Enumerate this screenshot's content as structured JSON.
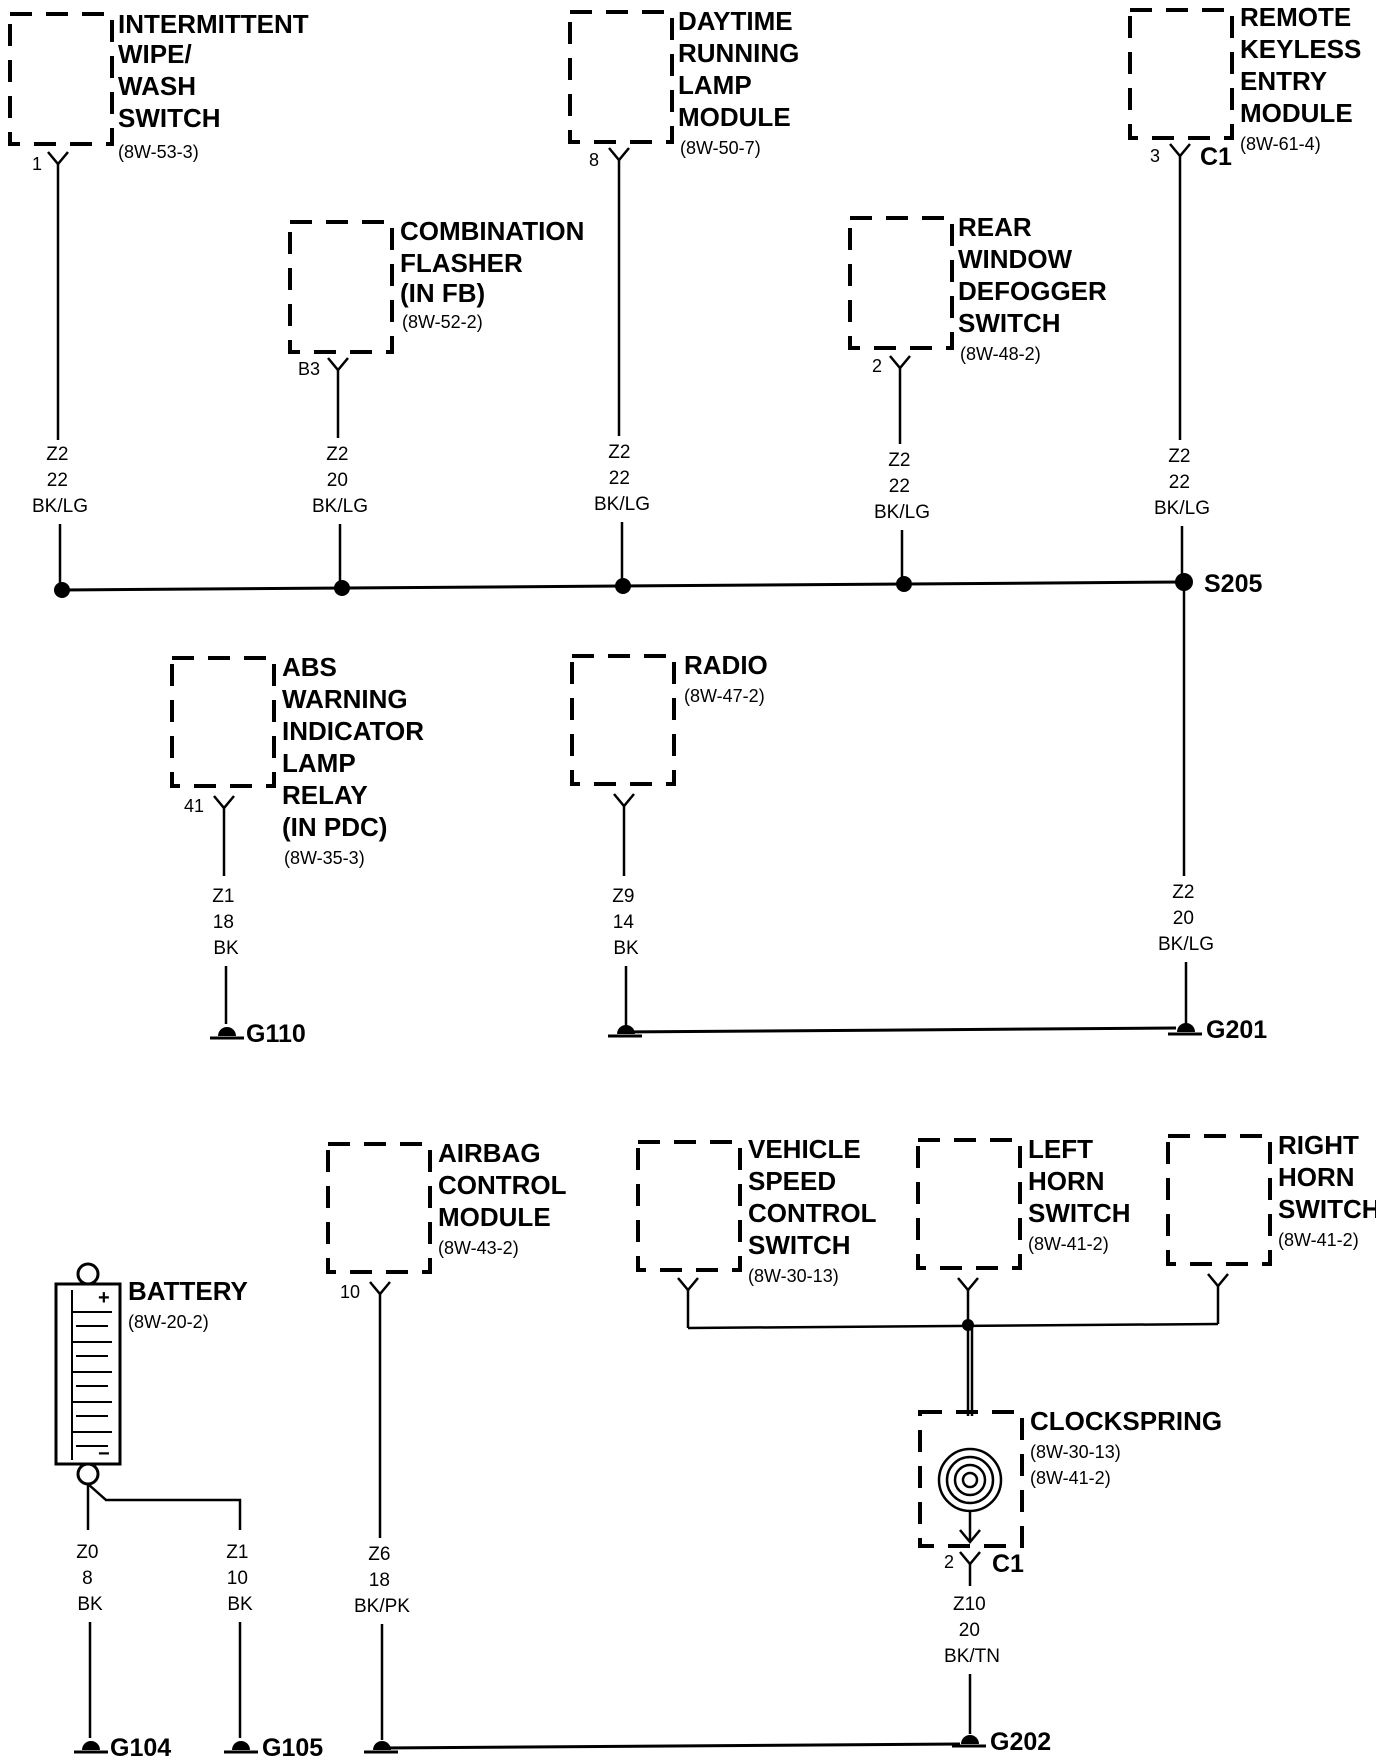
{
  "components": {
    "intermittent_wipe": {
      "lines": [
        "INTERMITTENT",
        "WIPE/",
        "WASH",
        "SWITCH"
      ],
      "ref": "(8W-53-3)",
      "pin": "1"
    },
    "combination_flasher": {
      "lines": [
        "COMBINATION",
        "FLASHER",
        "(IN FB)"
      ],
      "ref": "(8W-52-2)",
      "pin": "B3"
    },
    "drl_module": {
      "lines": [
        "DAYTIME",
        "RUNNING",
        "LAMP",
        "MODULE"
      ],
      "ref": "(8W-50-7)",
      "pin": "8"
    },
    "rear_defogger": {
      "lines": [
        "REAR",
        "WINDOW",
        "DEFOGGER",
        "SWITCH"
      ],
      "ref": "(8W-48-2)",
      "pin": "2"
    },
    "rke_module": {
      "lines": [
        "REMOTE",
        "KEYLESS",
        "ENTRY",
        "MODULE"
      ],
      "ref": "(8W-61-4)",
      "pin": "3",
      "connector": "C1"
    },
    "abs_relay": {
      "lines": [
        "ABS",
        "WARNING",
        "INDICATOR",
        "LAMP",
        "RELAY",
        "(IN PDC)"
      ],
      "ref": "(8W-35-3)",
      "pin": "41"
    },
    "radio": {
      "lines": [
        "RADIO"
      ],
      "ref": "(8W-47-2)"
    },
    "airbag_module": {
      "lines": [
        "AIRBAG",
        "CONTROL",
        "MODULE"
      ],
      "ref": "(8W-43-2)",
      "pin": "10"
    },
    "speed_control": {
      "lines": [
        "VEHICLE",
        "SPEED",
        "CONTROL",
        "SWITCH"
      ],
      "ref": "(8W-30-13)"
    },
    "left_horn": {
      "lines": [
        "LEFT",
        "HORN",
        "SWITCH"
      ],
      "ref": "(8W-41-2)"
    },
    "right_horn": {
      "lines": [
        "RIGHT",
        "HORN",
        "SWITCH"
      ],
      "ref": "(8W-41-2)"
    },
    "clockspring": {
      "lines": [
        "CLOCKSPRING"
      ],
      "refs": [
        "(8W-30-13)",
        "(8W-41-2)"
      ],
      "pin": "2",
      "connector": "C1"
    },
    "battery": {
      "lines": [
        "BATTERY"
      ],
      "ref": "(8W-20-2)",
      "plus": "+",
      "minus": "−"
    }
  },
  "wires": {
    "w_wipe": [
      "Z2",
      "22",
      "BK/LG"
    ],
    "w_flasher": [
      "Z2",
      "20",
      "BK/LG"
    ],
    "w_drl": [
      "Z2",
      "22",
      "BK/LG"
    ],
    "w_defog": [
      "Z2",
      "22",
      "BK/LG"
    ],
    "w_rke": [
      "Z2",
      "22",
      "BK/LG"
    ],
    "w_s205_g201": [
      "Z2",
      "20",
      "BK/LG"
    ],
    "w_abs": [
      "Z1",
      "18",
      "BK"
    ],
    "w_radio": [
      "Z9",
      "14",
      "BK"
    ],
    "w_z0": [
      "Z0",
      "8",
      "BK"
    ],
    "w_z1": [
      "Z1",
      "10",
      "BK"
    ],
    "w_airbag": [
      "Z6",
      "18",
      "BK/PK"
    ],
    "w_clock": [
      "Z10",
      "20",
      "BK/TN"
    ]
  },
  "splices": {
    "s205": "S205"
  },
  "grounds": {
    "g110": "G110",
    "g201": "G201",
    "g104": "G104",
    "g105": "G105",
    "g202": "G202"
  }
}
